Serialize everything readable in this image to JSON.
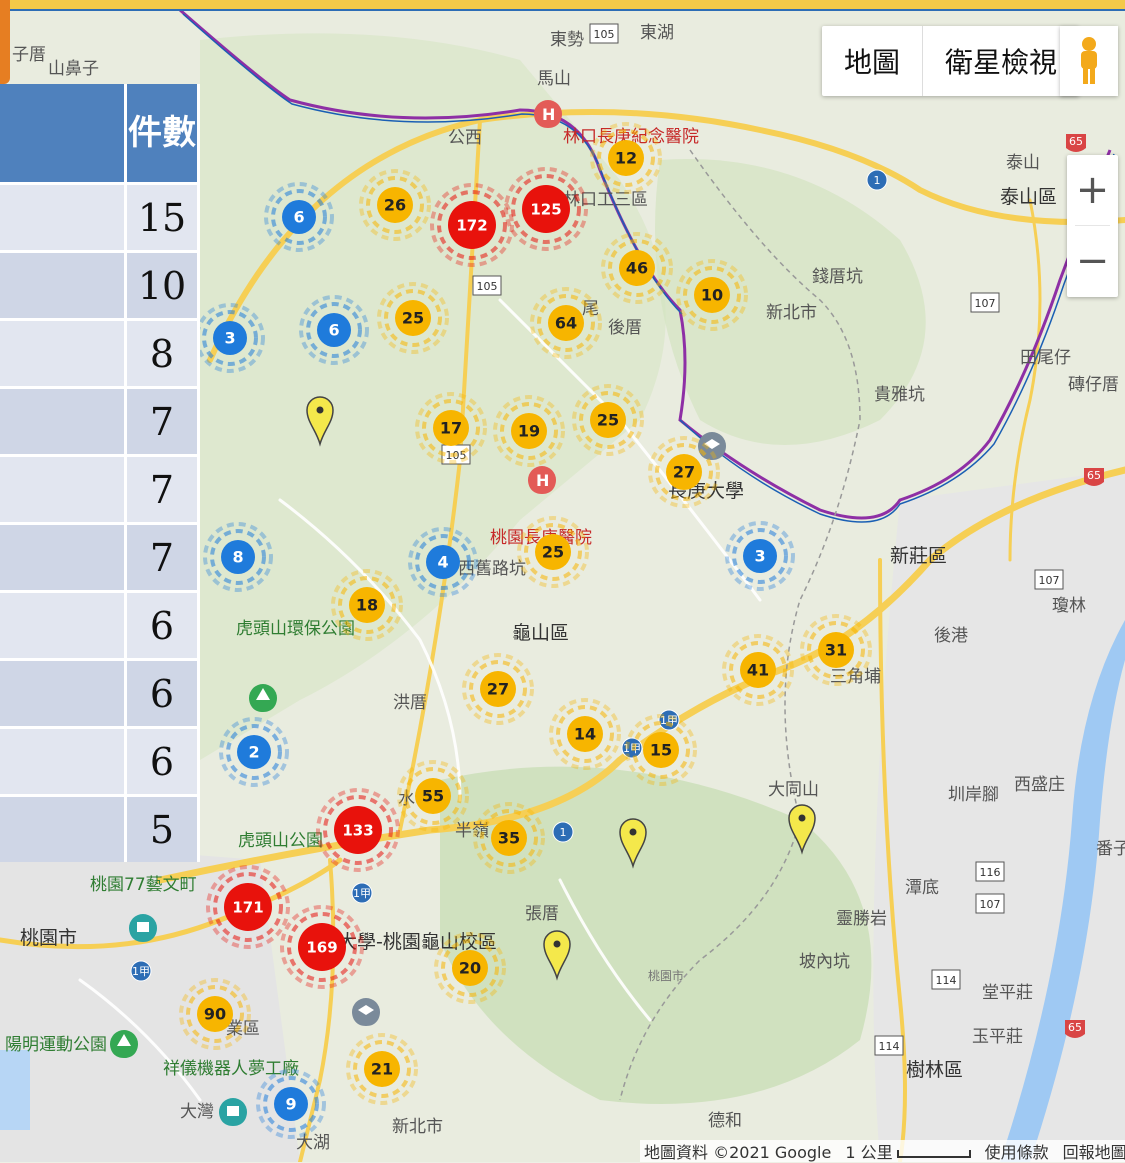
{
  "map_controls": {
    "map_type_options": [
      "地圖",
      "衛星檢視"
    ],
    "zoom_in": "+",
    "zoom_out": "−"
  },
  "table": {
    "header": "件數",
    "rows": [
      15,
      10,
      8,
      7,
      7,
      7,
      6,
      6,
      6,
      5
    ]
  },
  "clusters": [
    {
      "count": "6",
      "color": "blue"
    },
    {
      "count": "26",
      "color": "yellow"
    },
    {
      "count": "172",
      "color": "red"
    },
    {
      "count": "125",
      "color": "red"
    },
    {
      "count": "12",
      "color": "yellow"
    },
    {
      "count": "46",
      "color": "yellow"
    },
    {
      "count": "10",
      "color": "yellow"
    },
    {
      "count": "3",
      "color": "blue"
    },
    {
      "count": "6",
      "color": "blue"
    },
    {
      "count": "25",
      "color": "yellow"
    },
    {
      "count": "64",
      "color": "yellow"
    },
    {
      "count": "17",
      "color": "yellow"
    },
    {
      "count": "19",
      "color": "yellow"
    },
    {
      "count": "25",
      "color": "yellow"
    },
    {
      "count": "27",
      "color": "yellow"
    },
    {
      "count": "8",
      "color": "blue"
    },
    {
      "count": "4",
      "color": "blue"
    },
    {
      "count": "25",
      "color": "yellow"
    },
    {
      "count": "3",
      "color": "blue"
    },
    {
      "count": "18",
      "color": "yellow"
    },
    {
      "count": "31",
      "color": "yellow"
    },
    {
      "count": "41",
      "color": "yellow"
    },
    {
      "count": "27",
      "color": "yellow"
    },
    {
      "count": "14",
      "color": "yellow"
    },
    {
      "count": "15",
      "color": "yellow"
    },
    {
      "count": "2",
      "color": "blue"
    },
    {
      "count": "55",
      "color": "yellow"
    },
    {
      "count": "133",
      "color": "red"
    },
    {
      "count": "35",
      "color": "yellow"
    },
    {
      "count": "171",
      "color": "red"
    },
    {
      "count": "169",
      "color": "red"
    },
    {
      "count": "20",
      "color": "yellow"
    },
    {
      "count": "90",
      "color": "yellow"
    },
    {
      "count": "21",
      "color": "yellow"
    },
    {
      "count": "9",
      "color": "blue"
    }
  ],
  "place_labels": [
    "子厝",
    "山鼻子",
    "東勢",
    "東湖",
    "馬山",
    "公西",
    "林口長庚紀念醫院",
    "林口工三區",
    "尾",
    "後厝",
    "錢厝坑",
    "新北市",
    "泰山",
    "泰山區",
    "田尾仔",
    "磚仔厝",
    "貴雅坑",
    "長庚大學",
    "桃園長庚醫院",
    "西舊路坑",
    "龜山區",
    "新莊區",
    "後港",
    "瓊林",
    "虎頭山環保公園",
    "洪厝",
    "水",
    "半嶺",
    "大同山",
    "圳岸腳",
    "西盛庄",
    "番子",
    "虎頭山公園",
    "桃園77藝文町",
    "桃園市",
    "張厝",
    "大學-桃園龜山校區",
    "潭底",
    "靈勝岩",
    "坡內坑",
    "堂平莊",
    "玉平莊",
    "陽明運動公園",
    "業區",
    "祥儀機器人夢工廠",
    "大灣",
    "大湖",
    "新北市",
    "樹林區",
    "德和",
    "三角埔",
    "桃園市"
  ],
  "road_shields": [
    "105",
    "105",
    "105",
    "107",
    "107",
    "116",
    "107",
    "114",
    "114",
    "65",
    "65",
    "65",
    "1",
    "1",
    "1甲",
    "1甲",
    "1甲",
    "1甲"
  ],
  "attribution": {
    "data": "地圖資料 ©2021 Google",
    "scale": "1 公里",
    "terms": "使用條款",
    "report": "回報地圖錯誤"
  },
  "colors": {
    "cluster_red": "#e8120c",
    "cluster_yellow": "#f7b500",
    "cluster_blue": "#1f7bdb",
    "table_header": "#4f81bd",
    "metro_line": "#8e2fa5"
  }
}
